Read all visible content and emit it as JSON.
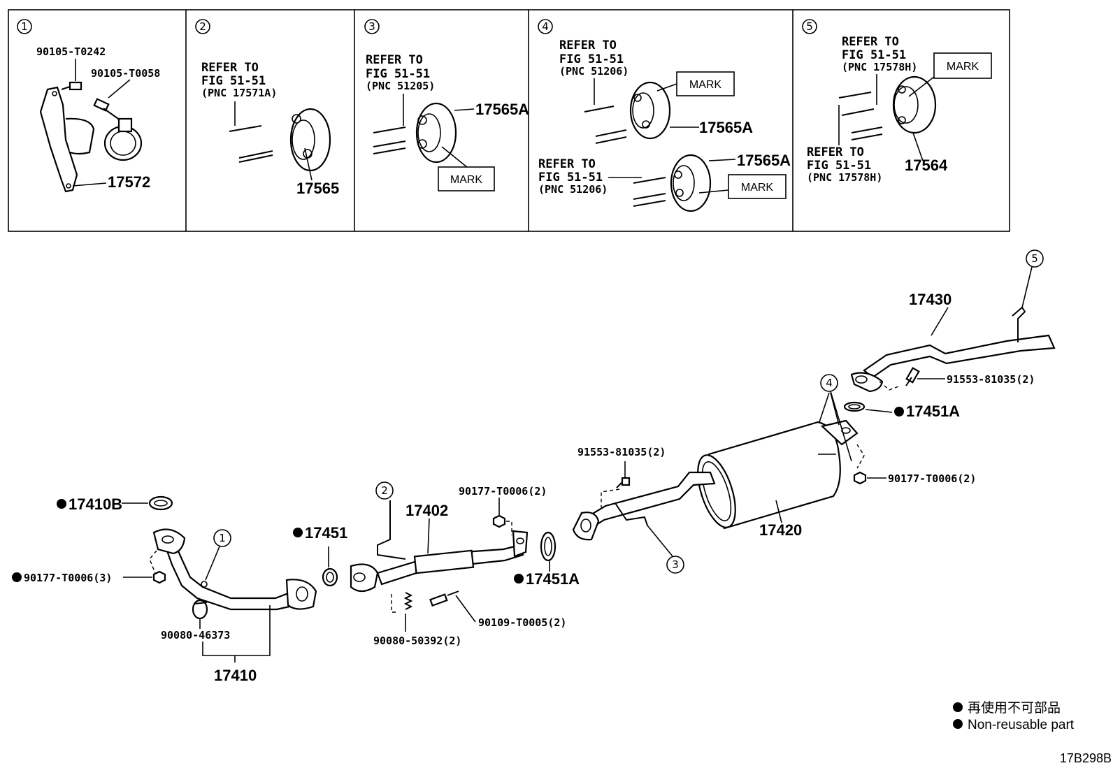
{
  "insets": [
    {
      "num": "1",
      "labels": [
        "90105-T0242",
        "90105-T0058",
        "17572"
      ]
    },
    {
      "num": "2",
      "refer": [
        "REFER TO",
        "FIG 51-51",
        "(PNC 17571A)"
      ],
      "part": "17565"
    },
    {
      "num": "3",
      "refer": [
        "REFER TO",
        "FIG 51-51",
        "(PNC 51205)"
      ],
      "part": "17565A",
      "mark": "MARK"
    },
    {
      "num": "4",
      "refer_a": [
        "REFER TO",
        "FIG 51-51",
        "(PNC 51206)"
      ],
      "refer_b": [
        "REFER TO",
        "FIG 51-51",
        "(PNC 51206)"
      ],
      "part_a": "17565A",
      "part_b": "17565A",
      "mark_a": "MARK",
      "mark_b": "MARK"
    },
    {
      "num": "5",
      "refer_a": [
        "REFER TO",
        "FIG 51-51",
        "(PNC 17578H)"
      ],
      "refer_b": [
        "REFER TO",
        "FIG 51-51",
        "(PNC 17578H)"
      ],
      "part": "17564",
      "mark": "MARK"
    }
  ],
  "main": {
    "callouts": [
      "1",
      "2",
      "3",
      "4",
      "5"
    ],
    "parts": {
      "p17430": "17430",
      "p91553a": "91553-81035(2)",
      "p17451A_top": "17451A",
      "p91553b": "91553-81035(2)",
      "p90177_right": "90177-T0006(2)",
      "p17420": "17420",
      "p90177_mid": "90177-T0006(2)",
      "p17402": "17402",
      "p17410B": "17410B",
      "p17451": "17451",
      "p17451A_mid": "17451A",
      "p90177_left": "90177-T0006(3)",
      "p90109": "90109-T0005(2)",
      "p90080a": "90080-46373",
      "p90080b": "90080-50392(2)",
      "p17410": "17410"
    }
  },
  "legend": {
    "jp": "再使用不可部品",
    "en": "Non-reusable part"
  },
  "figure_code": "17B298B"
}
